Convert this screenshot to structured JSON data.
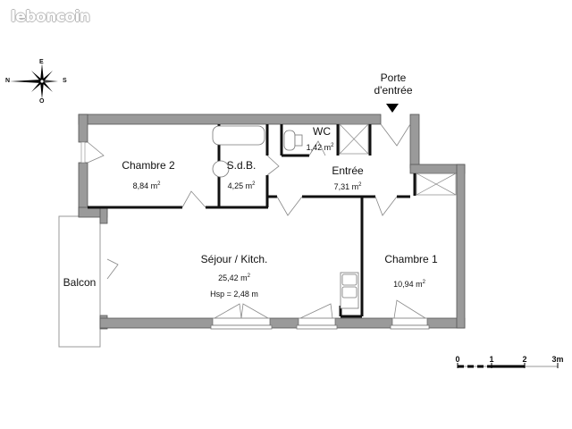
{
  "watermark": "leboncoin",
  "compass": {
    "north": "N",
    "south": "S",
    "east": "E",
    "west": "O"
  },
  "entrance": {
    "line1": "Porte",
    "line2": "d'entrée"
  },
  "rooms": [
    {
      "id": "chambre2",
      "name": "Chambre 2",
      "area": "8,84 m",
      "area_unit_sup": "2"
    },
    {
      "id": "sdb",
      "name": "S.d.B.",
      "area": "4,25 m",
      "area_unit_sup": "2"
    },
    {
      "id": "wc",
      "name": "WC",
      "area": "1,42 m",
      "area_unit_sup": "2"
    },
    {
      "id": "entree",
      "name": "Entrée",
      "area": "7,31 m",
      "area_unit_sup": "2"
    },
    {
      "id": "sejour",
      "name": "Séjour / Kitch.",
      "area": "25,42 m",
      "area_unit_sup": "2",
      "height": "Hsp = 2,48 m"
    },
    {
      "id": "chambre1",
      "name": "Chambre 1",
      "area": "10,94 m",
      "area_unit_sup": "2"
    },
    {
      "id": "balcon",
      "name": "Balcon"
    }
  ],
  "scale_bar": {
    "ticks": [
      "0",
      "1",
      "2",
      "3m"
    ]
  },
  "colors": {
    "wall": "#9a9a9a",
    "wall_stroke": "#555555",
    "partition": "#111111",
    "fixture": "#888888"
  }
}
